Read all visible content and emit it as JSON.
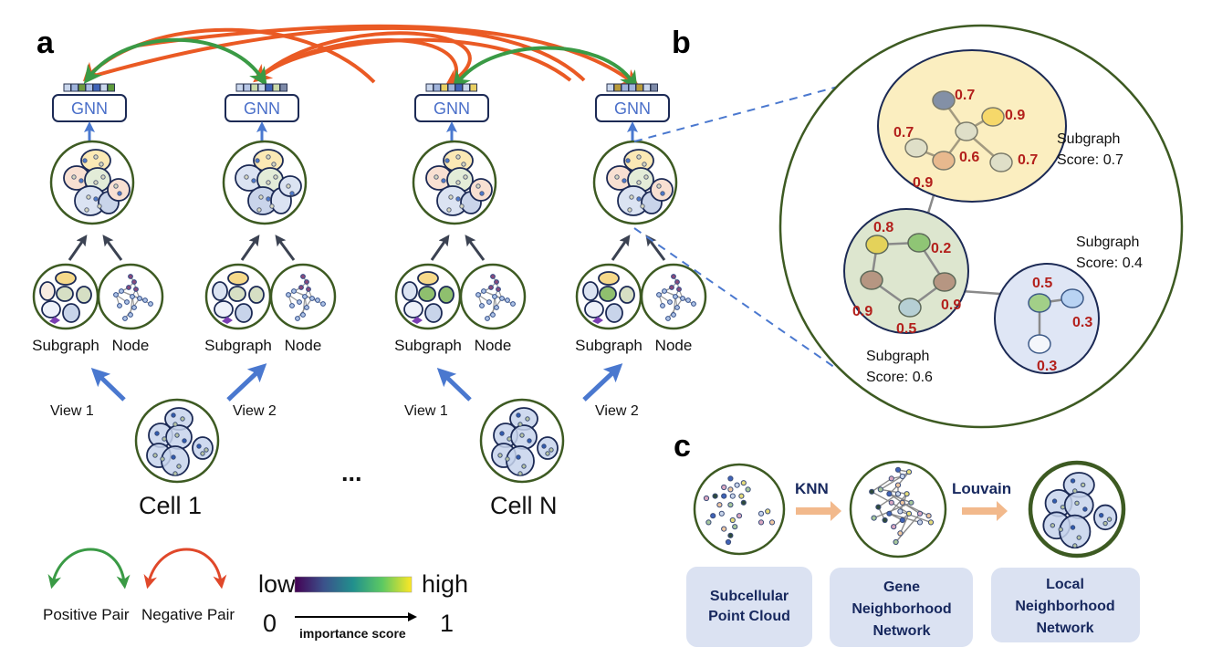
{
  "panels": {
    "a": "a",
    "b": "b",
    "c": "c"
  },
  "panel_a": {
    "gnn_label": "GNN",
    "columns": [
      {
        "id": "cell1-view1",
        "embedding_colors": [
          "#c9d6ec",
          "#9fb3db",
          "#6f9a3e",
          "#a9bde6",
          "#3f63b8",
          "#c9d6ec",
          "#5d9a3c"
        ]
      },
      {
        "id": "cell1-view2",
        "embedding_colors": [
          "#c9d6ec",
          "#b5c5e5",
          "#c9d9a8",
          "#c9d6ec",
          "#3f63b8",
          "#c9d9a8",
          "#7d8aa8"
        ]
      },
      {
        "id": "cellN-view1",
        "embedding_colors": [
          "#c9d6ec",
          "#9fb3db",
          "#e8cf62",
          "#9fb3db",
          "#3f63b8",
          "#c9d6ec",
          "#e8cf62"
        ]
      },
      {
        "id": "cellN-view2",
        "embedding_colors": [
          "#c9d6ec",
          "#b89a3a",
          "#9fb3db",
          "#9fb3db",
          "#b89a3a",
          "#c9d6ec",
          "#7d8aa8"
        ]
      }
    ],
    "subgraph_label": "Subgraph",
    "node_label": "Node",
    "view1_label": "View 1",
    "view2_label": "View 2",
    "cell1_label": "Cell 1",
    "cellN_label": "Cell N",
    "ellipsis": "...",
    "legend": {
      "positive_pair": "Positive Pair",
      "negative_pair": "Negative Pair",
      "positive_color": "#3a9a45",
      "negative_color": "#e0482a",
      "arc_negative_color": "#ea5a24"
    },
    "colorbar": {
      "low": "low",
      "high": "high",
      "min": "0",
      "max": "1",
      "axis_label": "importance score",
      "stops": [
        "#440154",
        "#3b528b",
        "#21908d",
        "#5dc962",
        "#fde725"
      ]
    }
  },
  "panel_b": {
    "subgraphs": [
      {
        "name": "yellow",
        "label_line1": "Subgraph",
        "label_line2": "Score: 0.7",
        "fill": "#fbeec0",
        "node_scores": [
          "0.7",
          "0.9",
          "0.7",
          "0.6",
          "0.7",
          "0.9"
        ]
      },
      {
        "name": "green",
        "label_line1": "Subgraph",
        "label_line2": "Score: 0.6",
        "fill": "#dde6cf",
        "node_scores": [
          "0.8",
          "0.2",
          "0.9",
          "0.9",
          "0.5"
        ]
      },
      {
        "name": "blue",
        "label_line1": "Subgraph",
        "label_line2": "Score: 0.4",
        "fill": "#dfe6f5",
        "node_scores": [
          "0.5",
          "0.3",
          "0.3"
        ]
      }
    ]
  },
  "panel_c": {
    "step1": "KNN",
    "step2": "Louvain",
    "boxes": [
      {
        "lines": [
          "Subcellular",
          "Point Cloud"
        ]
      },
      {
        "lines": [
          "Gene",
          "Neighborhood",
          "Network"
        ]
      },
      {
        "lines": [
          "Local",
          "Neighborhood",
          "Network"
        ]
      }
    ],
    "box_color": "#dbe2f2",
    "arrow_color": "#f2b98c"
  }
}
